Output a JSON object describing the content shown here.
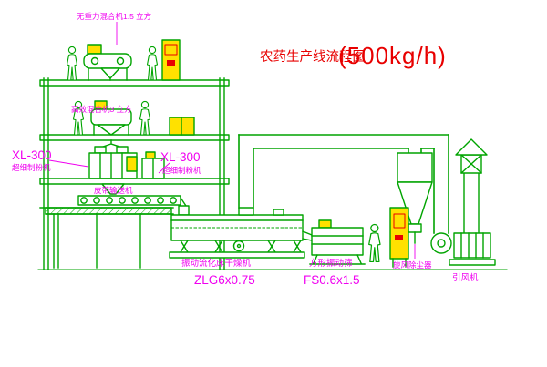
{
  "title": {
    "name": "农药生产线流程图",
    "capacity": "(500kg/h)"
  },
  "labels": {
    "mixer_top": "无重力混合机1.5 立方",
    "mixer_mid": "高效混合机3 立方",
    "mill_left_model": "XL-300",
    "mill_left_name": "超细制粉机",
    "mill_right_model": "XL-300",
    "mill_right_name": "超细制粉机",
    "belt_conveyor": "皮带输送机",
    "dryer_name": "振动流化床干燥机",
    "dryer_model": "ZLG6x0.75",
    "sieve_name": "方形振动筛",
    "sieve_model": "FS0.6x1.5",
    "cyclone": "旋风除尘器",
    "fan": "引风机"
  },
  "colors": {
    "structure_green": "#00a400",
    "label_magenta": "#f000f0",
    "title_red": "#e80000",
    "cabinet_yellow": "#ffe100"
  }
}
